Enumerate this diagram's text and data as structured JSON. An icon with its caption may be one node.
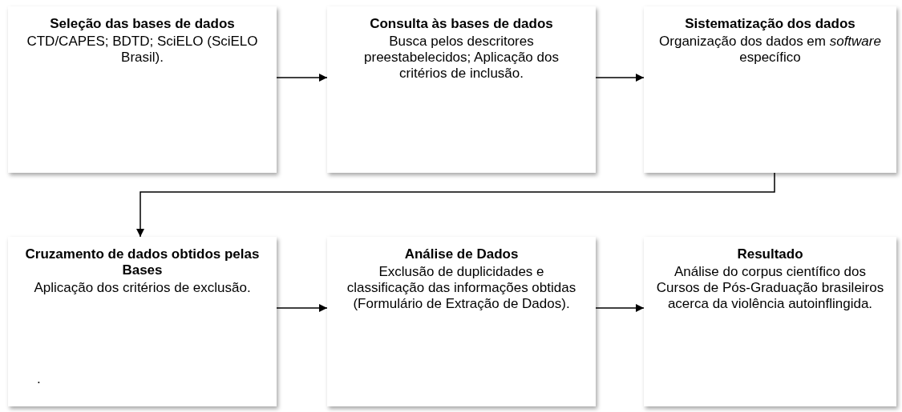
{
  "diagram": {
    "nodes": [
      {
        "text": [
          "Seleção das bases de dados",
          "CTD/CAPES; BDTD; SciELO (SciELO Brasil)."
        ]
      },
      {
        "text": [
          "Consulta às bases de dados",
          "Busca pelos descritores preestabelecidos; Aplicação dos critérios de inclusão."
        ]
      },
      {
        "text": [
          "Sistematização dos dados",
          "Organização dos dados em *software* específico"
        ]
      },
      {
        "text": [
          "Cruzamento de dados obtidos pelas Bases",
          "Aplicação dos critérios de exclusão.",
          "."
        ]
      },
      {
        "text": [
          "Análise de Dados",
          "Exclusão de duplicidades e classificação das informações obtidas (Formulário de Extração de Dados)."
        ]
      },
      {
        "text": [
          "Resultado",
          "Análise do corpus científico dos Cursos de Pós-Graduação brasileiros acerca da violência autoinflingida."
        ]
      }
    ],
    "edges": [
      {
        "from": 0,
        "to": 1,
        "arrow": "to"
      },
      {
        "from": 1,
        "to": 2,
        "arrow": "to"
      },
      {
        "from": 2,
        "to": 3,
        "arrow": "to"
      },
      {
        "from": 3,
        "to": 4,
        "arrow": "to"
      },
      {
        "from": 4,
        "to": 5,
        "arrow": "to"
      }
    ]
  }
}
